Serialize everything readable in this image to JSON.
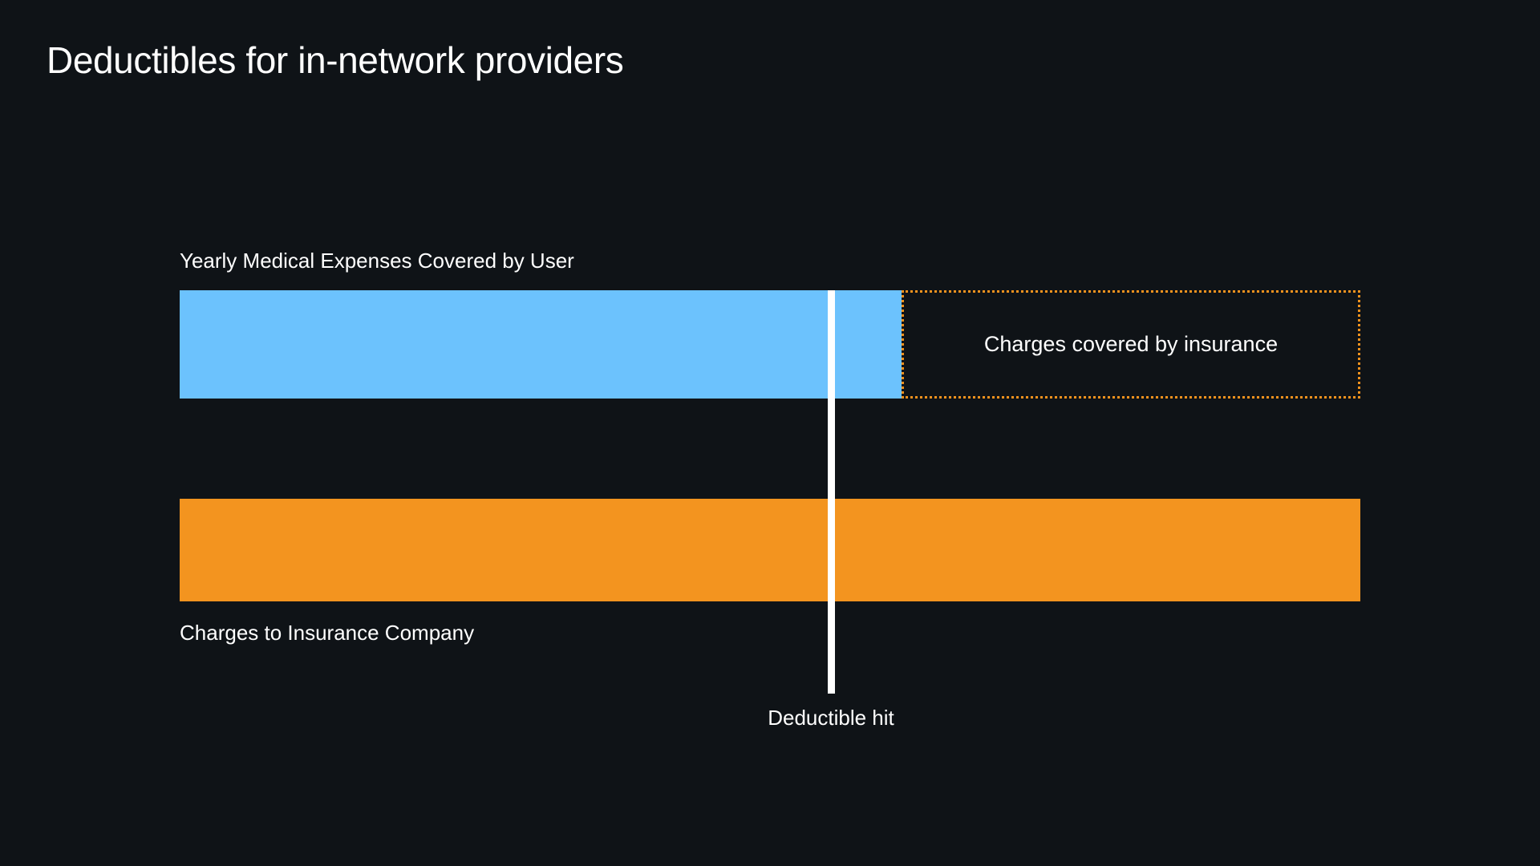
{
  "title": "Deductibles for in-network providers",
  "colors": {
    "background": "#0F1317",
    "user_bar": "#6CC2FD",
    "insurer_bar": "#F3941F",
    "annotation_border": "#F2921E",
    "marker": "#FFFFFF",
    "text": "#FFFFFF"
  },
  "diagram": {
    "user_row": {
      "label": "Yearly Medical Expenses Covered by User"
    },
    "insurer_row": {
      "label": "Charges to Insurance Company"
    },
    "annotation": {
      "label": "Charges covered by insurance"
    },
    "marker": {
      "label": "Deductible hit"
    }
  },
  "chart_data": {
    "type": "bar",
    "title": "Deductibles for in-network providers",
    "orientation": "horizontal",
    "xlabel": "",
    "ylabel": "",
    "grid": false,
    "legend": "none",
    "categories": [
      "Yearly Medical Expenses Covered by User",
      "Charges to Insurance Company"
    ],
    "series": [
      {
        "name": "Yearly Medical Expenses Covered by User",
        "color": "#6CC2FD",
        "values": [
          61.1,
          0
        ]
      },
      {
        "name": "Charges to Insurance Company",
        "color": "#F3941F",
        "values": [
          0,
          100
        ]
      }
    ],
    "annotations": [
      {
        "label": "Deductible hit",
        "type": "vertical-marker",
        "x_percent": 54.9,
        "color": "#FFFFFF"
      },
      {
        "label": "Charges covered by insurance",
        "type": "dotted-region",
        "x_start_percent": 61.1,
        "x_end_percent": 100,
        "color": "#F2921E"
      }
    ],
    "xlim": [
      0,
      100
    ]
  }
}
